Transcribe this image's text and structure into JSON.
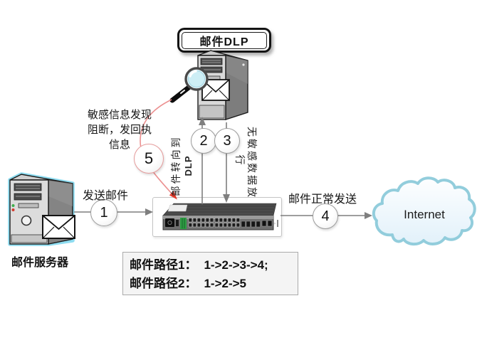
{
  "title": {
    "label": "邮件DLP"
  },
  "nodes": {
    "mail_server": {
      "label": "邮件服务器"
    },
    "internet": {
      "label": "Internet"
    }
  },
  "steps": [
    "1",
    "2",
    "3",
    "4",
    "5"
  ],
  "annotations": {
    "send_mail": "发送邮件",
    "normal_send": "邮件正常发送",
    "redirect_line1": "邮件转向到",
    "redirect_line2": "DLP",
    "release_line1": "无敏感数据放",
    "release_line2": "行",
    "block_line1": "敏感信息发现",
    "block_line2": "阻断，发回执",
    "block_line3": "信息"
  },
  "legend": {
    "rows": [
      {
        "label": "邮件路径1：",
        "value": "1->2->3->4;"
      },
      {
        "label": "邮件路径2：",
        "value": "1->2->5"
      }
    ]
  },
  "icons": {
    "magnifier": "magnifier-icon",
    "envelope": "envelope-icon",
    "server_tower": "server-tower-icon",
    "switch": "network-switch-icon",
    "cloud": "internet-cloud-icon"
  },
  "colors": {
    "flow_line": "#7f7f7f",
    "alert_line": "#ec9191",
    "alert_arrow": "#e0392a",
    "step_circle_border": "#9c9c9c",
    "step5_circle_border": "#e59a9a",
    "cloud_border": "#92cddc",
    "server_glow": "#8edcf0",
    "switch_label_green": "#2f9e44"
  }
}
